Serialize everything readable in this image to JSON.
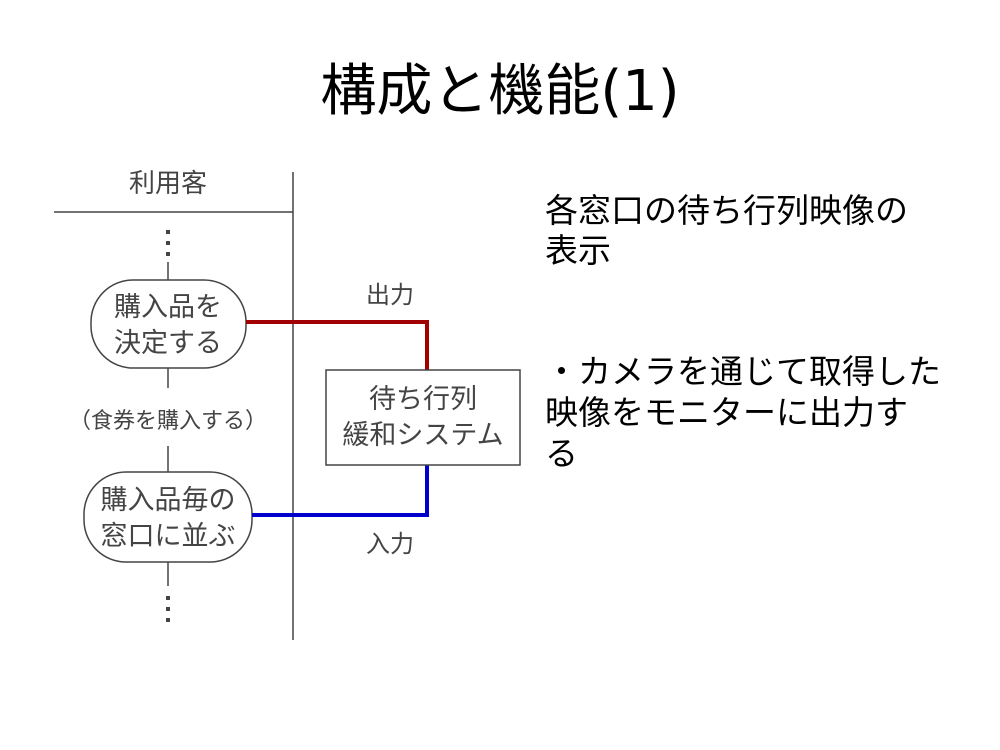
{
  "slide": {
    "title": "構成と機能(1)"
  },
  "diagram": {
    "lane_header": "利用客",
    "node_decide": [
      "購入品を",
      "決定する"
    ],
    "step_ticket": "（食券を購入する）",
    "node_queue": [
      "購入品毎の",
      "窓口に並ぶ"
    ],
    "system_box": [
      "待ち行列",
      "緩和システム"
    ],
    "output_label": "出力",
    "input_label": "入力",
    "output_color": "#a00000",
    "input_color": "#0000cc"
  },
  "description": {
    "heading_lines": [
      "各窓口の待ち行列映像の",
      "表示"
    ],
    "bullet_lines": [
      "・カメラを通じて取得した",
      "映像をモニターに出力す",
      "る"
    ]
  }
}
